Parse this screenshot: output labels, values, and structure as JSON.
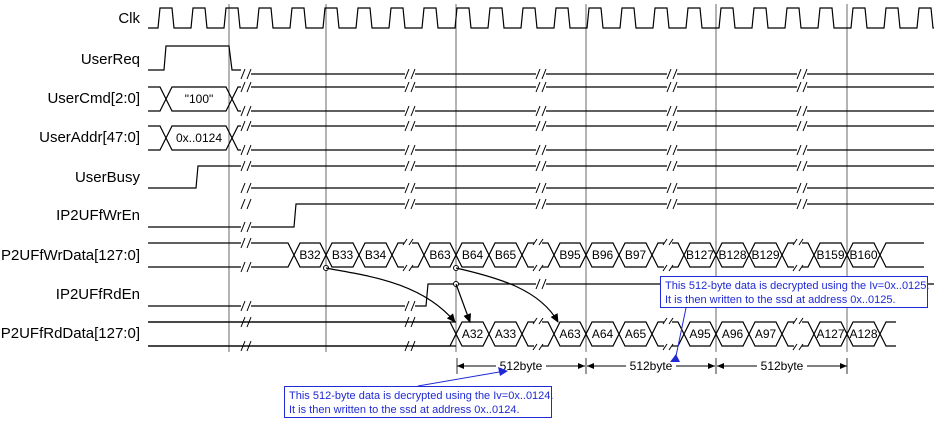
{
  "signals": [
    {
      "id": "clk",
      "label": "Clk"
    },
    {
      "id": "userreq",
      "label": "UserReq"
    },
    {
      "id": "usercmd",
      "label": "UserCmd[2:0]"
    },
    {
      "id": "useraddr",
      "label": "UserAddr[47:0]"
    },
    {
      "id": "userbusy",
      "label": "UserBusy"
    },
    {
      "id": "wren",
      "label": "IP2UFfWrEn"
    },
    {
      "id": "wrdata",
      "label": "IP2UFfWrData[127:0]"
    },
    {
      "id": "rden",
      "label": "IP2UFfRdEn"
    },
    {
      "id": "rddata",
      "label": "IP2UFfRdData[127:0]"
    }
  ],
  "usercmd_value": "\"100\"",
  "useraddr_value": "0x..0124",
  "wrdata_values": [
    "B32",
    "B33",
    "B34",
    "B63",
    "B64",
    "B65",
    "B95",
    "B96",
    "B97",
    "B127",
    "B128",
    "B129",
    "B159",
    "B160"
  ],
  "rddata_values": [
    "A32",
    "A33",
    "A63",
    "A64",
    "A65",
    "A95",
    "A96",
    "A97",
    "A127",
    "A128"
  ],
  "dimensions": [
    "512byte",
    "512byte",
    "512byte"
  ],
  "callouts": {
    "top": {
      "line1": "This 512-byte data is decrypted using the Iv=0x..0125.",
      "line2": "It is then written to the ssd at address 0x..0125."
    },
    "bottom": {
      "line1": "This 512-byte data is decrypted using the Iv=0x..0124.",
      "line2": "It is then written to the ssd at address 0x..0124."
    }
  },
  "colors": {
    "waveform": "#000000",
    "callout_text": "#1f2ad6",
    "callout_border": "#1f2ad6"
  }
}
